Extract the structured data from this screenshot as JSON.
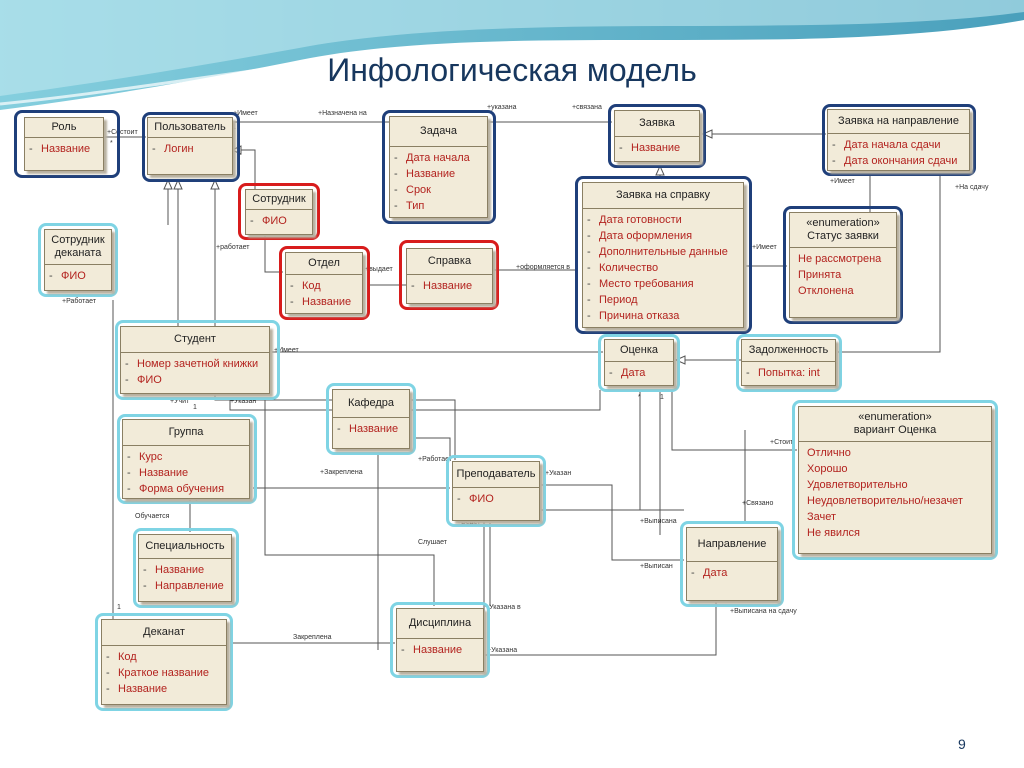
{
  "slide": {
    "title": "Инфологическая модель",
    "page_number": "9"
  },
  "entities": {
    "rol": {
      "name": "Роль",
      "attrs": [
        "Название"
      ]
    },
    "polzovatel": {
      "name": "Пользователь",
      "attrs": [
        "Логин"
      ]
    },
    "zadacha": {
      "name": "Задача",
      "attrs": [
        "Дата начала",
        "Название",
        "Срок",
        "Тип"
      ]
    },
    "zayavka": {
      "name": "Заявка",
      "attrs": [
        "Название"
      ]
    },
    "zayavka_napr": {
      "name": "Заявка на направление",
      "attrs": [
        "Дата начала сдачи",
        "Дата окончания сдачи"
      ]
    },
    "sotrudnik": {
      "name": "Сотрудник",
      "attrs": [
        "ФИО"
      ]
    },
    "sotrudnik_dek": {
      "name": "Сотрудник деканата",
      "attrs": [
        "ФИО"
      ]
    },
    "otdel": {
      "name": "Отдел",
      "attrs": [
        "Код",
        "Название"
      ]
    },
    "spravka": {
      "name": "Справка",
      "attrs": [
        "Название"
      ]
    },
    "zayavka_sprav": {
      "name": "Заявка на справку",
      "attrs": [
        "Дата готовности",
        "Дата оформления",
        "Дополнительные данные",
        "Количество",
        "Место требования",
        "Период",
        "Причина отказа"
      ]
    },
    "status": {
      "stereotype": "«enumeration»",
      "name": "Статус заявки",
      "values": [
        "Не рассмотрена",
        "Принята",
        "Отклонена"
      ]
    },
    "student": {
      "name": "Студент",
      "attrs": [
        "Номер зачетной книжки",
        "ФИО"
      ]
    },
    "ocenka": {
      "name": "Оценка",
      "attrs": [
        "Дата"
      ]
    },
    "zadolzh": {
      "name": "Задолженность",
      "attrs": [
        "Попытка:  int"
      ]
    },
    "kafedra": {
      "name": "Кафедра",
      "attrs": [
        "Название"
      ]
    },
    "gruppa": {
      "name": "Группа",
      "attrs": [
        "Курс",
        "Название",
        "Форма обучения"
      ]
    },
    "variant": {
      "stereotype": "«enumeration»",
      "name": "вариант Оценка",
      "values": [
        "Отлично",
        "Хорошо",
        "Удовлетворительно",
        "Неудовлетворительно/незачет",
        "Зачет",
        "Не явился"
      ]
    },
    "prepod": {
      "name": "Преподаватель",
      "attrs": [
        "ФИО"
      ]
    },
    "specialnost": {
      "name": "Специальность",
      "attrs": [
        "Название",
        "Направление"
      ]
    },
    "napravlenie": {
      "name": "Направление",
      "attrs": [
        "Дата"
      ]
    },
    "dekanat": {
      "name": "Деканат",
      "attrs": [
        "Код",
        "Краткое название",
        "Название"
      ]
    },
    "disciplina": {
      "name": "Дисциплина",
      "attrs": [
        "Название"
      ]
    }
  },
  "relations": {
    "imeet1": "+Имеет",
    "sostoit": "+Состоит",
    "naznachena": "+Назначена на",
    "ukazana1": "+указана",
    "svyazana": "+связана",
    "imeet2": "+Имеет",
    "na_sdachu": "+На сдачу",
    "rabotaet1": "+работает",
    "vydaet": "+выдает",
    "oformlyaetsya": "+оформляется в",
    "imeet3": "+Имеет",
    "rabotaet2": "+Работает",
    "imeet4": "+Имеет",
    "uchit": "+Учит",
    "ukazan1": "+Указан",
    "rabotaet3": "+Работает",
    "stoit": "+Стоит",
    "zakreplena1": "+Закреплена",
    "ukazan2": "+Указан",
    "vedet": "+Ведет",
    "obuchaetsya": "Обучается",
    "slushaet": "Слушает",
    "svyazano": "+Связано",
    "vypisana1": "+Выписана",
    "vypisana2": "+Выписан",
    "ukazana_v": "+Указана в",
    "vypisana_sdachu": "+Выписана на сдачу",
    "zakreplena2": "Закреплена",
    "ukazana2": "+Указана",
    "m1": "1",
    "m2": "*",
    "m3": "1",
    "m4": "*",
    "m5": "1",
    "m6": "1",
    "m7": "1",
    "m8": "*"
  },
  "colors": {
    "frame_blue": "#1f3f7a",
    "frame_red": "#d81c1c",
    "frame_cyan": "#7fd4e4",
    "attr_text": "#b3231f"
  }
}
